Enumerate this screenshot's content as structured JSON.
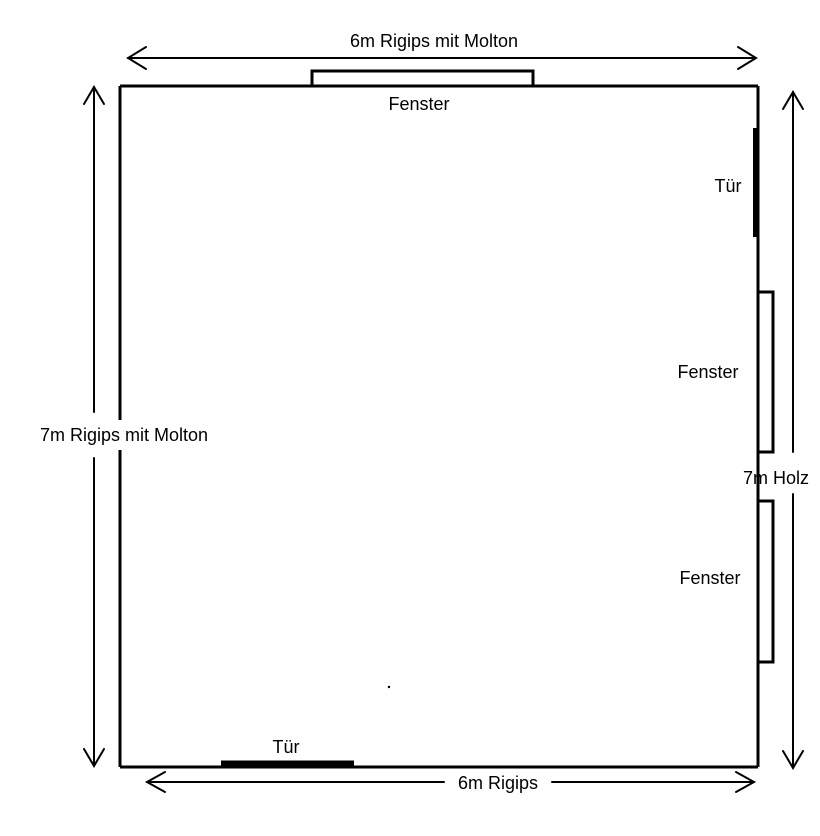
{
  "dimensions": {
    "top": "6m Rigips mit Molton",
    "left": "7m Rigips mit Molton",
    "right": "7m Holz",
    "bottom": "6m Rigips"
  },
  "openings": {
    "window_top": "Fenster",
    "door_right": "Tür",
    "window_right_upper": "Fenster",
    "window_right_lower": "Fenster",
    "door_bottom": "Tür"
  },
  "colors": {
    "ink": "#000000",
    "background": "#ffffff"
  }
}
